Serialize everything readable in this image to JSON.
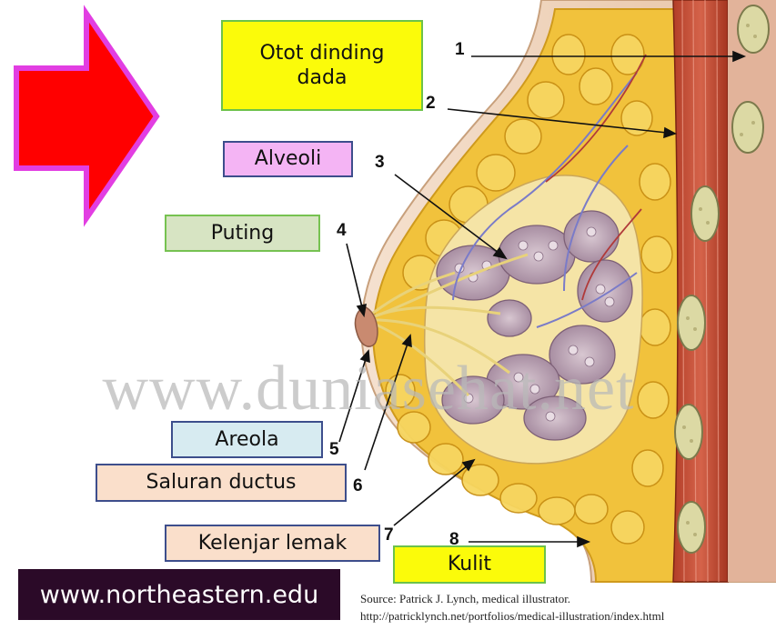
{
  "labels": {
    "otot_dinding_dada": "Otot dinding dada",
    "alveoli": "Alveoli",
    "puting": "Puting",
    "areola": "Areola",
    "saluran_ductus": "Saluran ductus",
    "kelenjar_lemak": "Kelenjar lemak",
    "kulit": "Kulit"
  },
  "numbers": [
    "1",
    "2",
    "3",
    "4",
    "5",
    "6",
    "7",
    "8"
  ],
  "watermark": "www.duniasehat.net",
  "footer": {
    "site": "www.northeastern.edu",
    "source_line1": "Source: Patrick J. Lynch, medical illustrator.",
    "source_line2": "http://patricklynch.net/portfolios/medical-illustration/index.html"
  },
  "colors": {
    "arrow_red": "#ff0000",
    "arrow_outline": "#e23ee2",
    "label_yellow": "#fbfb0a",
    "label_pink": "#f4b4f4",
    "label_green": "#d7e4c3",
    "label_blue": "#d7ebf1",
    "label_peach": "#fadfcb",
    "footer_bg": "#2b0a28"
  }
}
